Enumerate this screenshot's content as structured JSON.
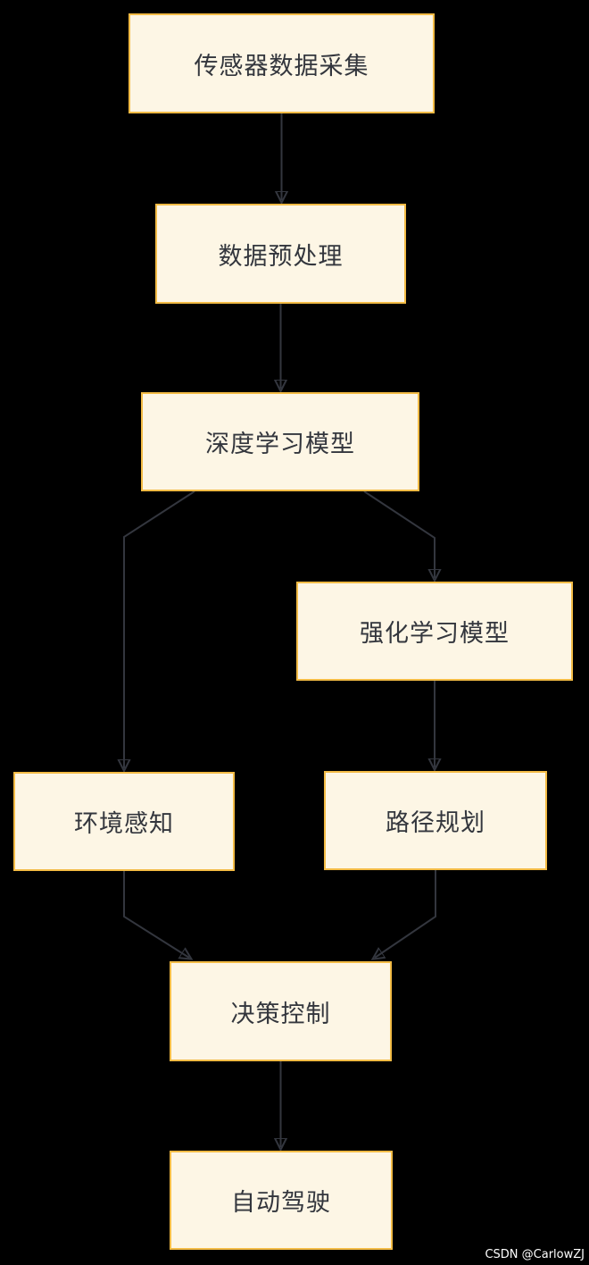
{
  "page": {
    "background_color": "#000000"
  },
  "diagram": {
    "type": "flowchart",
    "direction": "top-down",
    "node_fill_color": "#FDF6E5",
    "node_border_color": "#F3BB45",
    "node_text_color": "#33363D",
    "arrow_color": "#33363E",
    "nodes": [
      {
        "id": "sensor-data-collection",
        "label": "传感器数据采集"
      },
      {
        "id": "data-preprocessing",
        "label": "数据预处理"
      },
      {
        "id": "deep-learning-model",
        "label": "深度学习模型"
      },
      {
        "id": "reinforcement-learning-model",
        "label": "强化学习模型"
      },
      {
        "id": "environment-perception",
        "label": "环境感知"
      },
      {
        "id": "path-planning",
        "label": "路径规划"
      },
      {
        "id": "decision-control",
        "label": "决策控制"
      },
      {
        "id": "autonomous-driving",
        "label": "自动驾驶"
      }
    ],
    "edges": [
      {
        "from": "传感器数据采集",
        "to": "数据预处理"
      },
      {
        "from": "数据预处理",
        "to": "深度学习模型"
      },
      {
        "from": "深度学习模型",
        "to": "环境感知"
      },
      {
        "from": "深度学习模型",
        "to": "强化学习模型"
      },
      {
        "from": "强化学习模型",
        "to": "路径规划"
      },
      {
        "from": "环境感知",
        "to": "决策控制"
      },
      {
        "from": "路径规划",
        "to": "决策控制"
      },
      {
        "from": "决策控制",
        "to": "自动驾驶"
      }
    ]
  },
  "watermark": {
    "text": "CSDN @CarlowZJ"
  }
}
